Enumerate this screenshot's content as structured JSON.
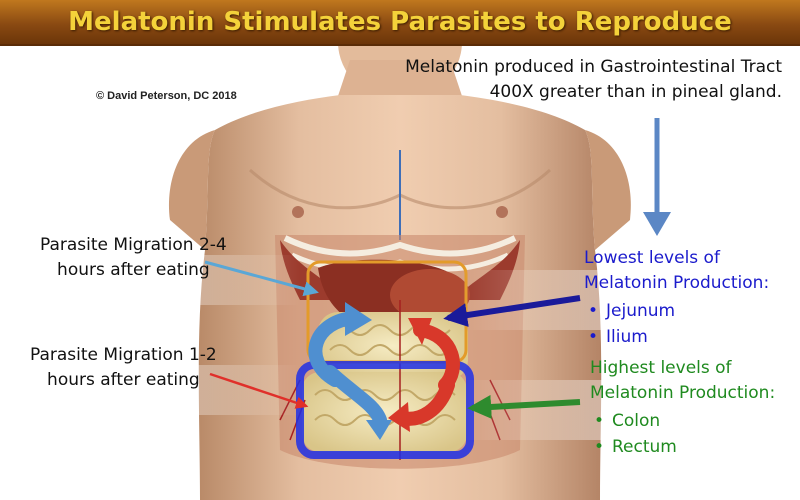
{
  "title": "Melatonin Stimulates Parasites to Reproduce",
  "copyright": "© David Peterson, DC 2018",
  "note": {
    "line1": "Melatonin produced in Gastrointestinal Tract",
    "line2": "400X greater than in pineal gland."
  },
  "left_labels": [
    {
      "line1": "Parasite Migration 2-4",
      "line2": "hours after eating"
    },
    {
      "line1": "Parasite Migration 1-2",
      "line2": "hours after eating"
    }
  ],
  "lowest": {
    "line1": "Lowest levels of",
    "line2": "Melatonin Production:",
    "items": [
      "Jejunum",
      "Ilium"
    ]
  },
  "highest": {
    "line1": "Highest levels of",
    "line2": "Melatonin Production:",
    "items": [
      "Colon",
      "Rectum"
    ]
  },
  "colors": {
    "title_text": "#f4d23a",
    "title_bg": "#9a5414",
    "lowest": "#1b1bcc",
    "highest": "#1f8a1f",
    "down_arrow": "#5b87c5",
    "cycle_blue": "#4f8fd0",
    "cycle_red": "#d8382a"
  }
}
